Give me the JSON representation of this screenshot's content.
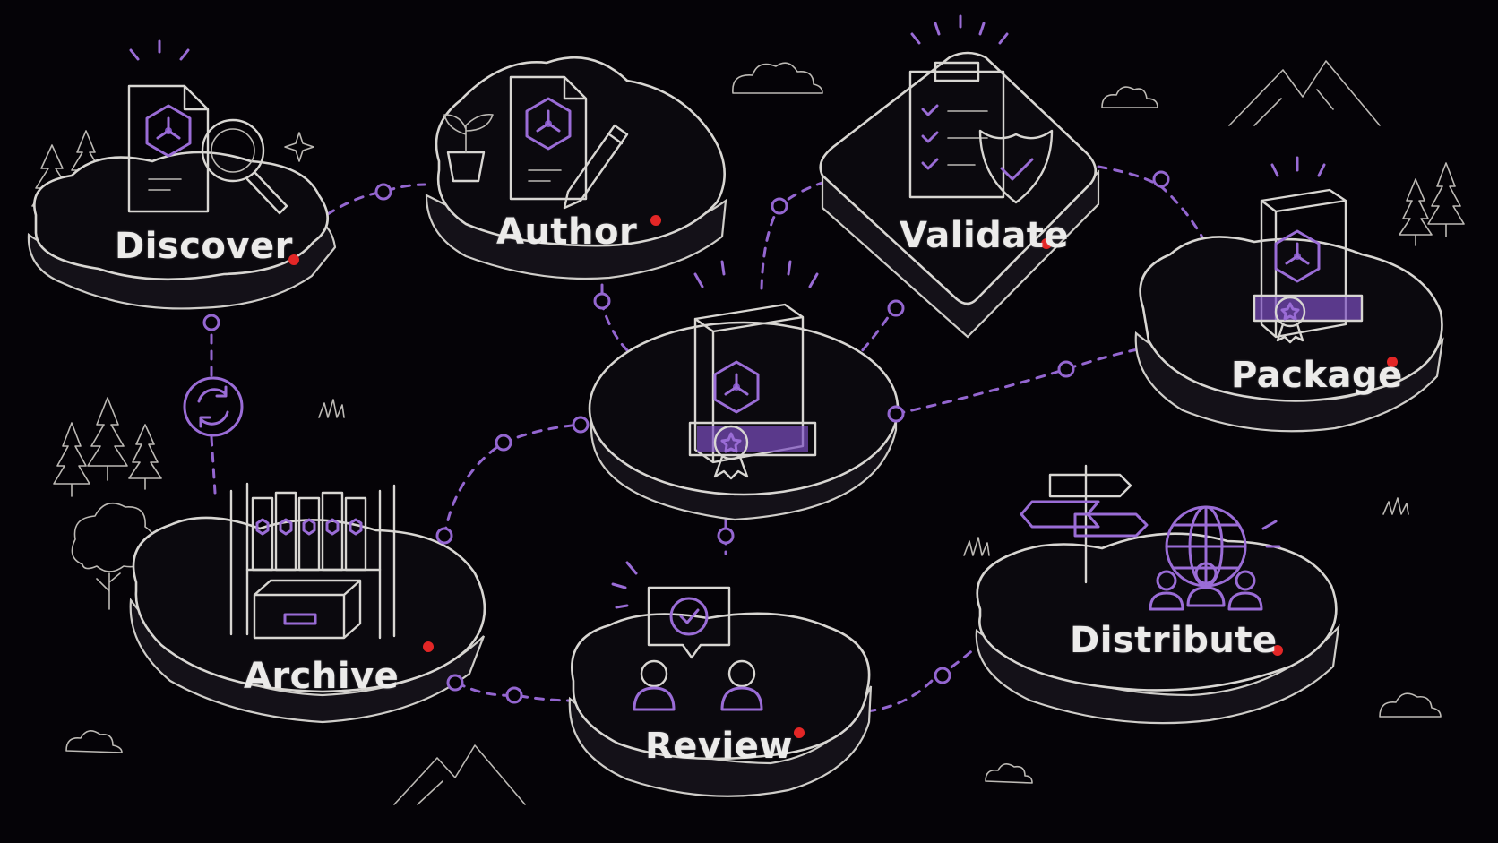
{
  "stages": [
    {
      "id": "discover",
      "label": "Discover"
    },
    {
      "id": "author",
      "label": "Author"
    },
    {
      "id": "validate",
      "label": "Validate"
    },
    {
      "id": "package",
      "label": "Package"
    },
    {
      "id": "distribute",
      "label": "Distribute"
    },
    {
      "id": "review",
      "label": "Review"
    },
    {
      "id": "archive",
      "label": "Archive"
    }
  ],
  "icons": {
    "discover": "document-magnifier-icon",
    "author": "document-pencil-icon",
    "validate": "clipboard-shield-icon",
    "package": "box-ribbon-icon",
    "center": "box-ribbon-icon",
    "distribute": "signpost-globe-people-icon",
    "review": "chat-check-people-icon",
    "archive": "binders-box-icon",
    "cycle": "refresh-cycle-icon"
  },
  "colors": {
    "background": "#050307",
    "line": "#d8d6d2",
    "accent": "#9466d0",
    "status_dot": "#e32626"
  }
}
